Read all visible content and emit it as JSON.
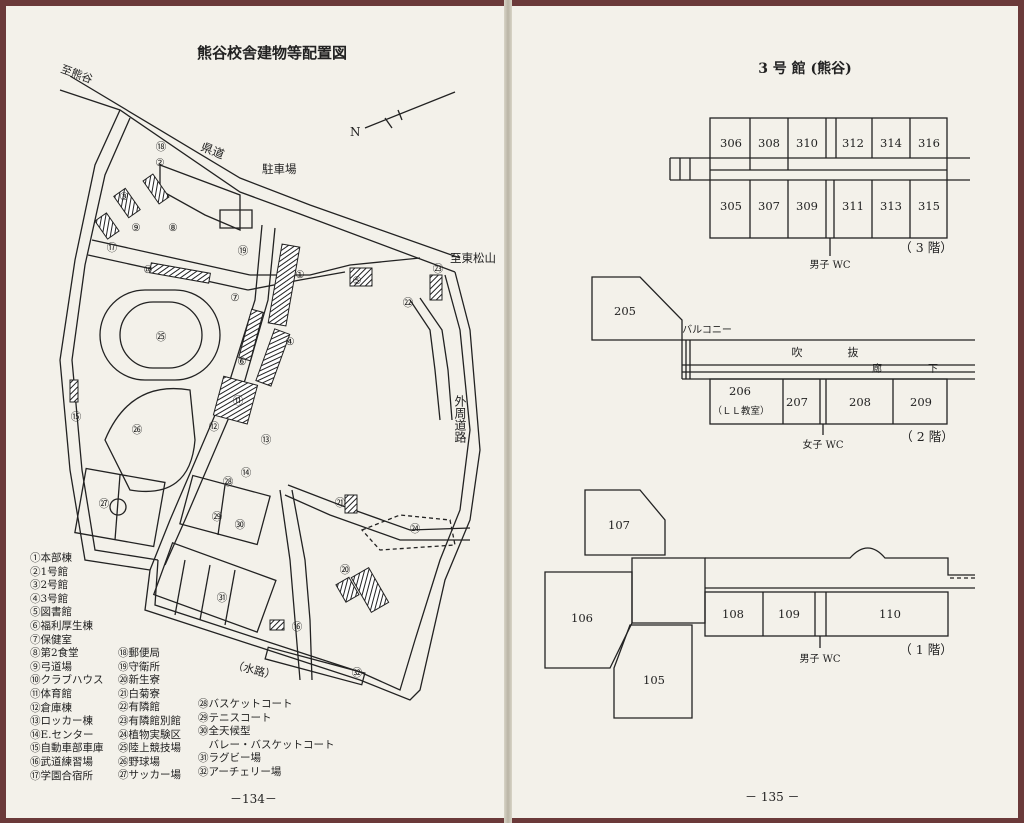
{
  "left_page": {
    "title": "熊谷校舎建物等配置図",
    "page_number": "－134－",
    "labels": {
      "to_kumagaya": "至熊谷",
      "prefectural_road": "県道",
      "parking": "駐車場",
      "to_higashimatsuyama": "至東松山",
      "outer_road": "外周道路",
      "river": "（水路）",
      "north": "N"
    },
    "markers": [
      "①",
      "②",
      "③",
      "④",
      "⑤",
      "⑥",
      "⑦",
      "⑧",
      "⑨",
      "⑩",
      "⑪",
      "⑫",
      "⑬",
      "⑭",
      "⑮",
      "⑯",
      "⑰",
      "⑱",
      "⑲",
      "⑳",
      "㉑",
      "㉒",
      "㉓",
      "㉔",
      "㉕",
      "㉖",
      "㉗",
      "㉘",
      "㉙",
      "㉚",
      "㉛",
      "㉜"
    ],
    "legend_col1": [
      "①本部棟",
      "②1号館",
      "③2号館",
      "④3号館",
      "⑤図書館",
      "⑥福利厚生棟",
      "⑦保健室",
      "⑧第2食堂",
      "⑨弓道場",
      "⑩クラブハウス",
      "⑪体育館",
      "⑫倉庫棟",
      "⑬ロッカー棟",
      "⑭E.センター",
      "⑮自動車部車庫",
      "⑯武道練習場",
      "⑰学園合宿所"
    ],
    "legend_col2": [
      "⑱郵便局",
      "⑲守衛所",
      "⑳新生寮",
      "㉑白菊寮",
      "㉒有隣館",
      "㉓有隣館別館",
      "㉔植物実験区",
      "㉕陸上競技場",
      "㉖野球場",
      "㉗サッカー場"
    ],
    "legend_col3": [
      "㉘バスケットコート",
      "㉙テニスコート",
      "㉚全天候型",
      "　バレー・バスケットコート",
      "㉛ラグビー場",
      "㉜アーチェリー場"
    ]
  },
  "right_page": {
    "title": "3 号 館 (熊谷)",
    "page_number": "－ 135 －",
    "floor3": {
      "rooms_top": [
        "306",
        "308",
        "310",
        "312",
        "314",
        "316"
      ],
      "rooms_bottom": [
        "305",
        "307",
        "309",
        "311",
        "313",
        "315"
      ],
      "wc": "男子 WC",
      "label": "（ 3 階）"
    },
    "floor2": {
      "room_205": "205",
      "balcony": "バルコニー",
      "atrium": "吹",
      "atrium2": "抜",
      "corridor": "廊",
      "corridor2": "下",
      "room_206": "206",
      "room_206_note": "（ＬＬ教室）",
      "rooms": [
        "207",
        "208",
        "209"
      ],
      "wc": "女子 WC",
      "label": "（ 2 階）"
    },
    "floor1": {
      "rooms": [
        "107",
        "106",
        "105",
        "108",
        "109",
        "110"
      ],
      "wc": "男子 WC",
      "label": "（ 1 階）"
    }
  }
}
